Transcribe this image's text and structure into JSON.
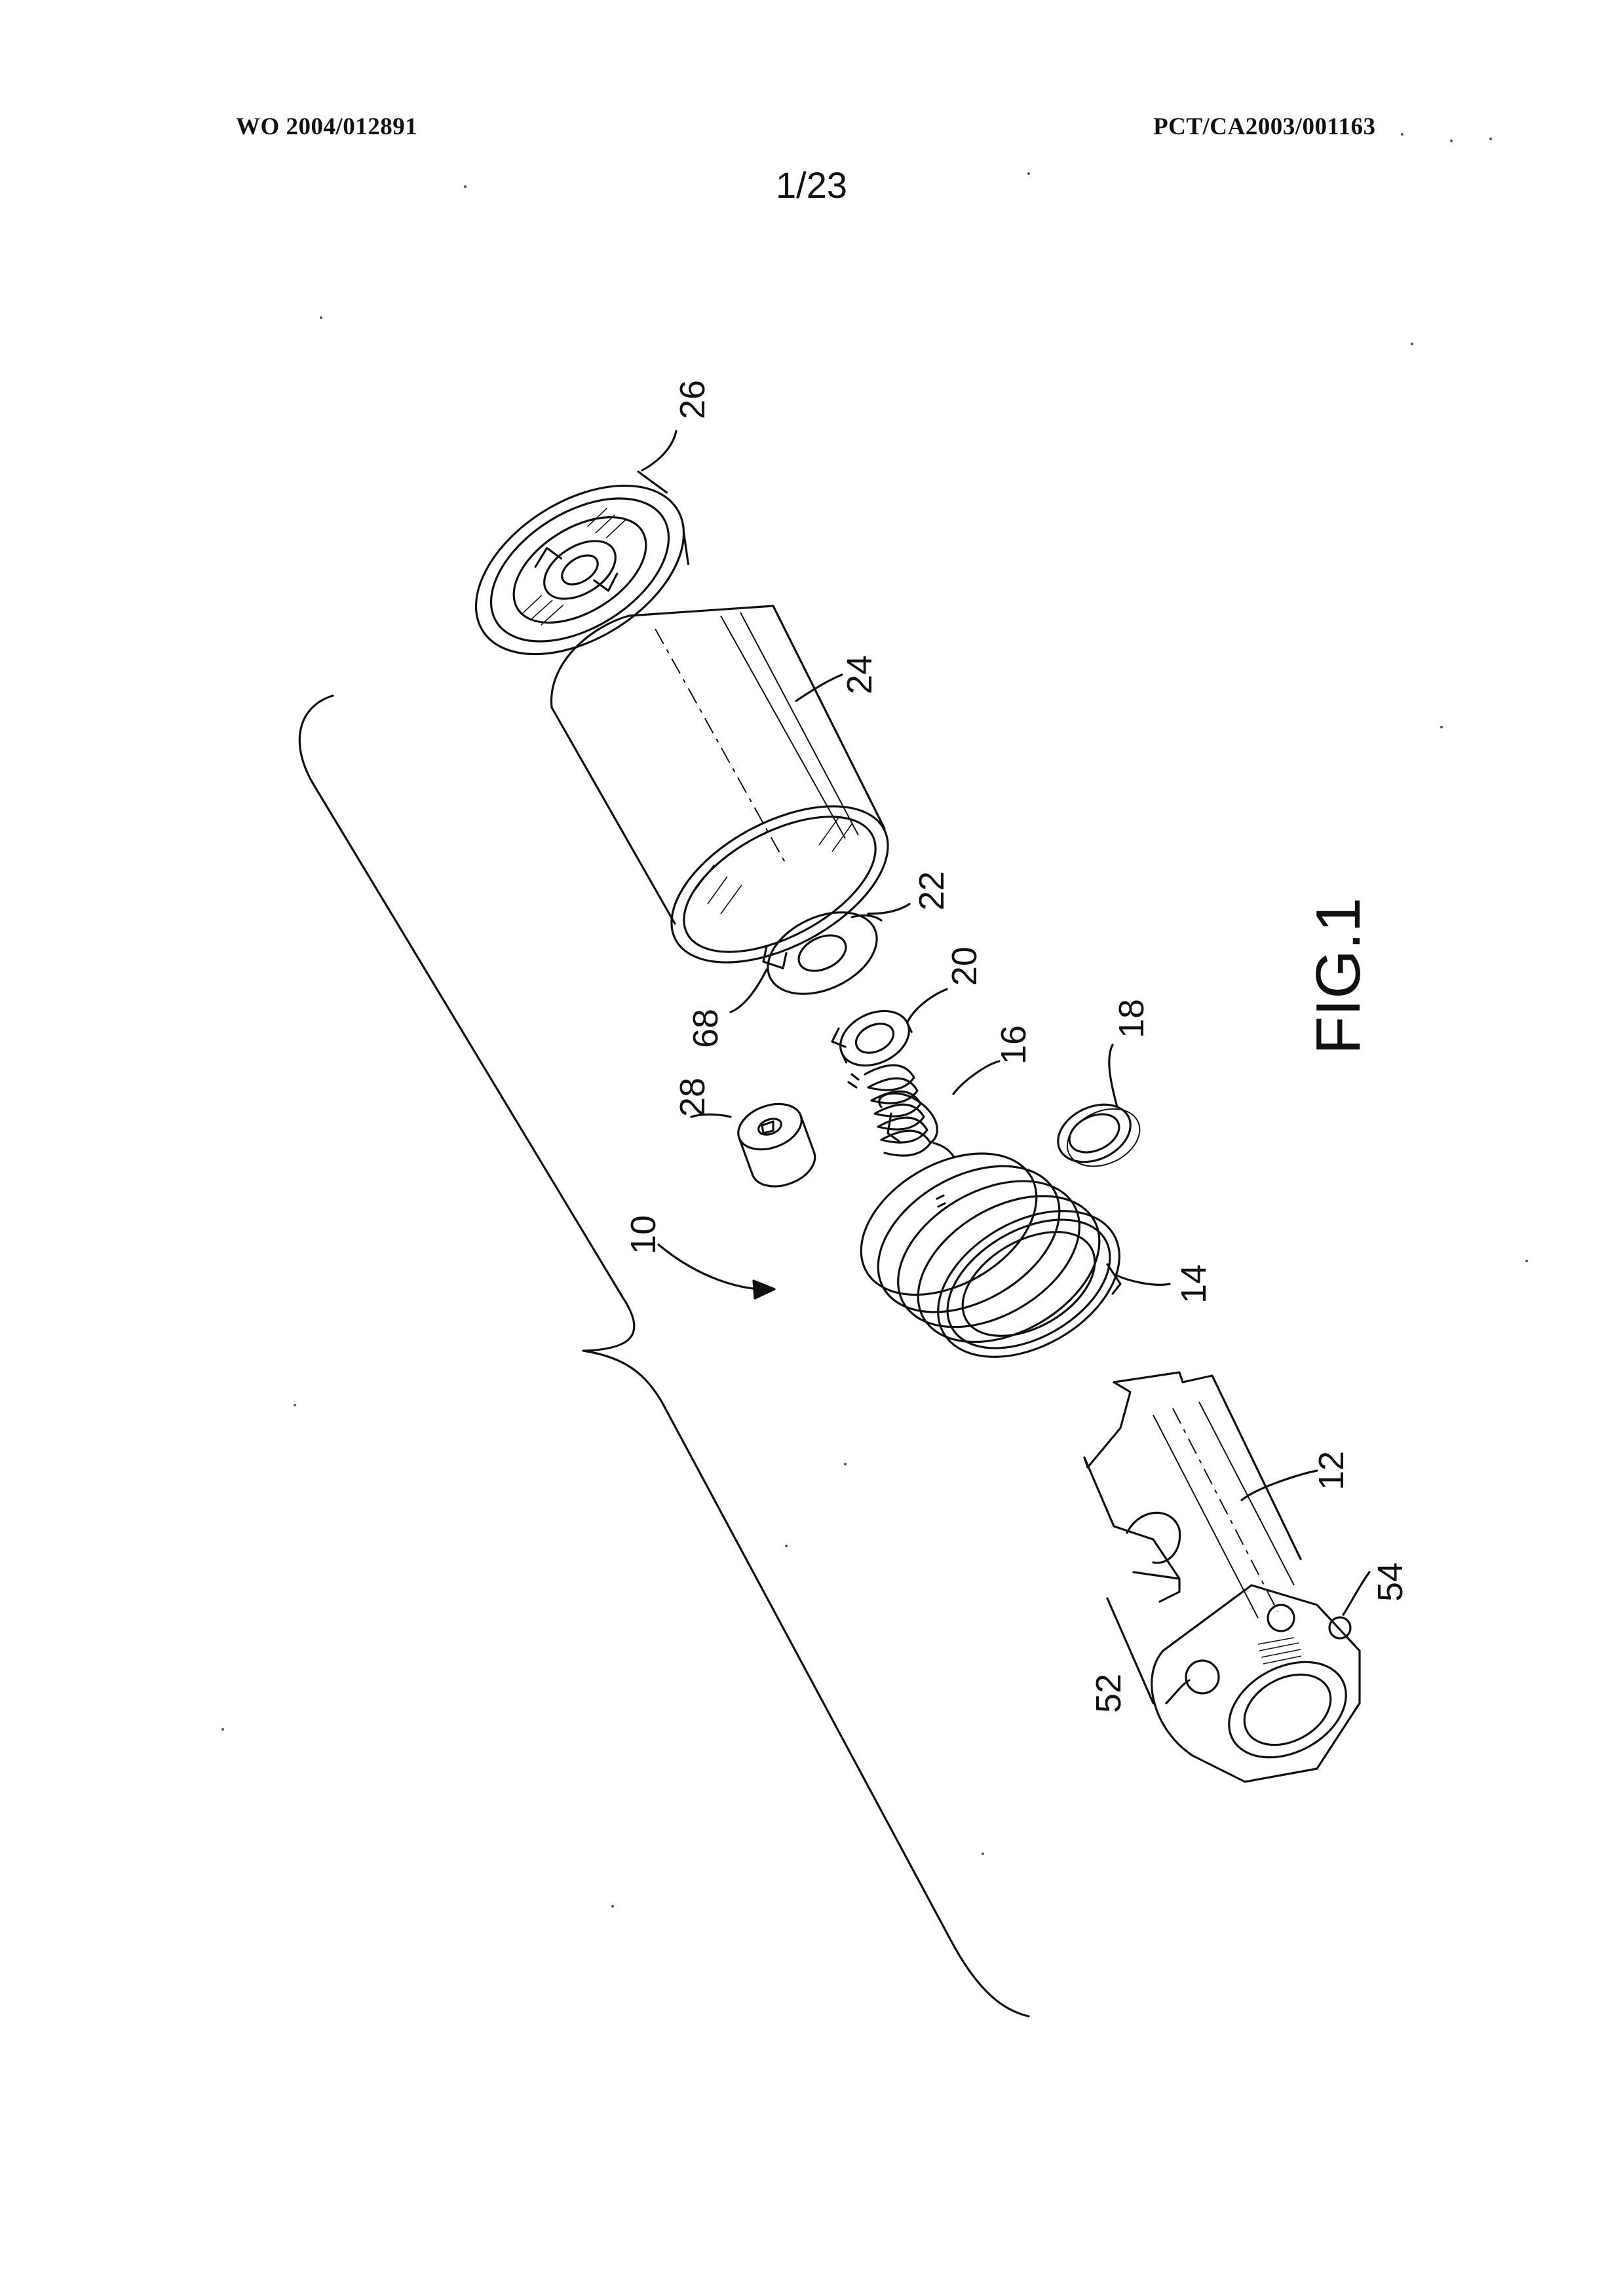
{
  "header": {
    "publication_number": "WO 2004/012891",
    "application_number": "PCT/CA2003/001163"
  },
  "sheet_number": "1/23",
  "figure_label": "FIG.1",
  "reference_labels": {
    "assembly": "10",
    "shaft": "12",
    "spring_large": "14",
    "spring_small": "16",
    "ring": "18",
    "collar": "20",
    "washer": "22",
    "sleeve": "24",
    "end_cap": "26",
    "insert": "28",
    "hole": "52",
    "flat": "54",
    "tab": "68"
  }
}
